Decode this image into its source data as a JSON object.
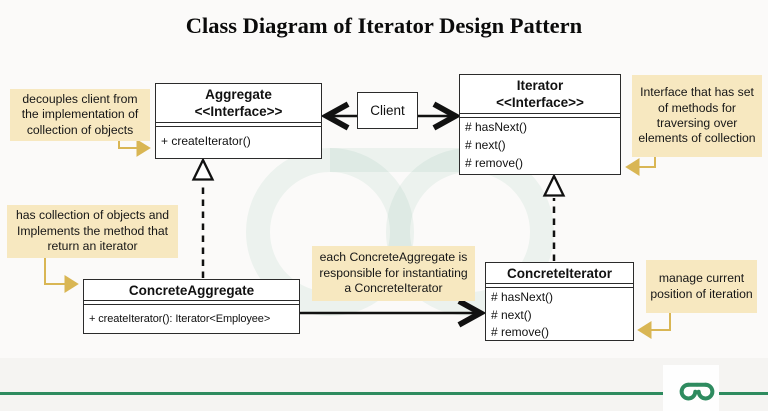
{
  "title": "Class Diagram of Iterator Design Pattern",
  "classes": {
    "aggregate": {
      "name": "Aggregate",
      "stereotype": "<<Interface>>",
      "methods": [
        "+ createIterator()"
      ]
    },
    "client": {
      "name": "Client"
    },
    "iterator": {
      "name": "Iterator",
      "stereotype": "<<Interface>>",
      "methods": [
        "# hasNext()",
        "# next()",
        "# remove()"
      ]
    },
    "concrete_aggregate": {
      "name": "ConcreteAggregate",
      "methods": [
        "+ createIterator(): Iterator<Employee>"
      ]
    },
    "concrete_iterator": {
      "name": "ConcreteIterator",
      "methods": [
        "# hasNext()",
        "# next()",
        "# remove()"
      ]
    }
  },
  "notes": {
    "aggregate": "decouples client from the implementation of collection of objects",
    "iterator": "Interface that has set of methods for traversing over elements of collection",
    "concrete_aggregate": "has collection of objects and Implements the method that return an iterator",
    "instantiation": "each ConcreteAggregate is responsible for instantiating a ConcreteIterator",
    "concrete_iterator": "manage current position of iteration"
  },
  "colors": {
    "note_background": "#F7E8C0",
    "note_arrow": "#D9B654",
    "brand_green": "#2E8B5F",
    "box_border": "#2B2B2B"
  }
}
